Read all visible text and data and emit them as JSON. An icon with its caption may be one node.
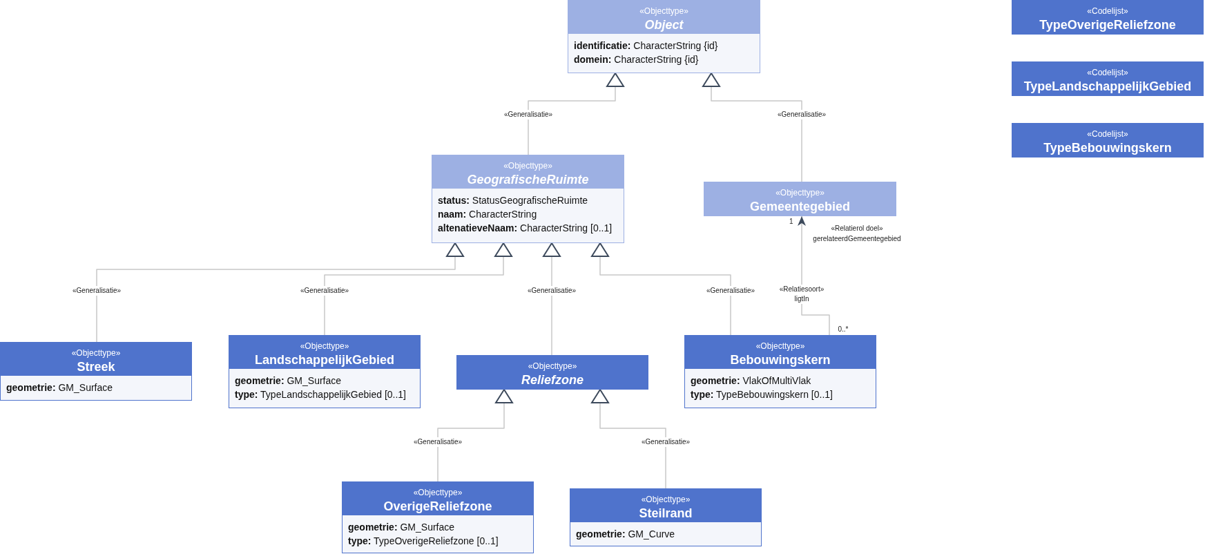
{
  "diagram": {
    "nodes": [
      {
        "text": [
          "«Objecttype»",
          "Object",
          "**identificatie:** CharacterString {id}",
          "**domein:** CharacterString {id}"
        ]
      },
      {
        "text": [
          "«Objecttype»",
          "GeografischeRuimte",
          "**status:** StatusGeografischeRuimte",
          "**naam:** CharacterString",
          "**altenatieveNaam:** CharacterString [0..1]"
        ]
      },
      {
        "text": [
          "«Objecttype»",
          "Gemeentegebied"
        ]
      },
      {
        "text": [
          "«Objecttype»",
          "Streek",
          "**geometrie:** GM_Surface"
        ]
      },
      {
        "text": [
          "«Objecttype»",
          "LandschappelijkGebied",
          "**geometrie:** GM_Surface",
          "**type:** TypeLandschappelijkGebied [0..1]"
        ]
      },
      {
        "text": [
          "«Objecttype»",
          "Reliefzone"
        ]
      },
      {
        "text": [
          "«Objecttype»",
          "Bebouwingskern",
          "**geometrie:** VlakOfMultiVlak",
          "**type:** TypeBebouwingskern [0..1]"
        ]
      },
      {
        "text": [
          "«Objecttype»",
          "OverigeReliefzone",
          "**geometrie:** GM_Surface",
          "**type:** TypeOverigeReliefzone [0..1]"
        ]
      },
      {
        "text": [
          "«Objecttype»",
          "Steilrand",
          "**geometrie:** GM_Curve"
        ]
      },
      {
        "text": [
          "«Codelijst»",
          "TypeOverigeReliefzone"
        ]
      },
      {
        "text": [
          "«Codelijst»",
          "TypeLandschappelijkGebied"
        ]
      },
      {
        "text": [
          "«Codelijst»",
          "TypeBebouwingskern"
        ]
      }
    ],
    "edges": [
      {
        "from": 1,
        "to": 0,
        "arrow": "to",
        "label": "«Generalisatie»"
      },
      {
        "from": 2,
        "to": 0,
        "arrow": "to",
        "label": "«Generalisatie»"
      },
      {
        "from": 3,
        "to": 1,
        "arrow": "to",
        "label": "«Generalisatie»"
      },
      {
        "from": 4,
        "to": 1,
        "arrow": "to",
        "label": "«Generalisatie»"
      },
      {
        "from": 5,
        "to": 1,
        "arrow": "to",
        "label": "«Generalisatie»"
      },
      {
        "from": 6,
        "to": 1,
        "arrow": "to",
        "label": "«Generalisatie»"
      },
      {
        "from": 7,
        "to": 5,
        "arrow": "to",
        "label": "«Generalisatie»"
      },
      {
        "from": 8,
        "to": 5,
        "arrow": "to",
        "label": "«Generalisatie»"
      },
      {
        "from": 6,
        "to": 2,
        "arrow": "to",
        "label": "«Relatiesoort» ligtIn"
      }
    ],
    "labels": [
      "1",
      "«Relatierol doel» gerelateerdGemeentegebied",
      "0..*"
    ]
  }
}
